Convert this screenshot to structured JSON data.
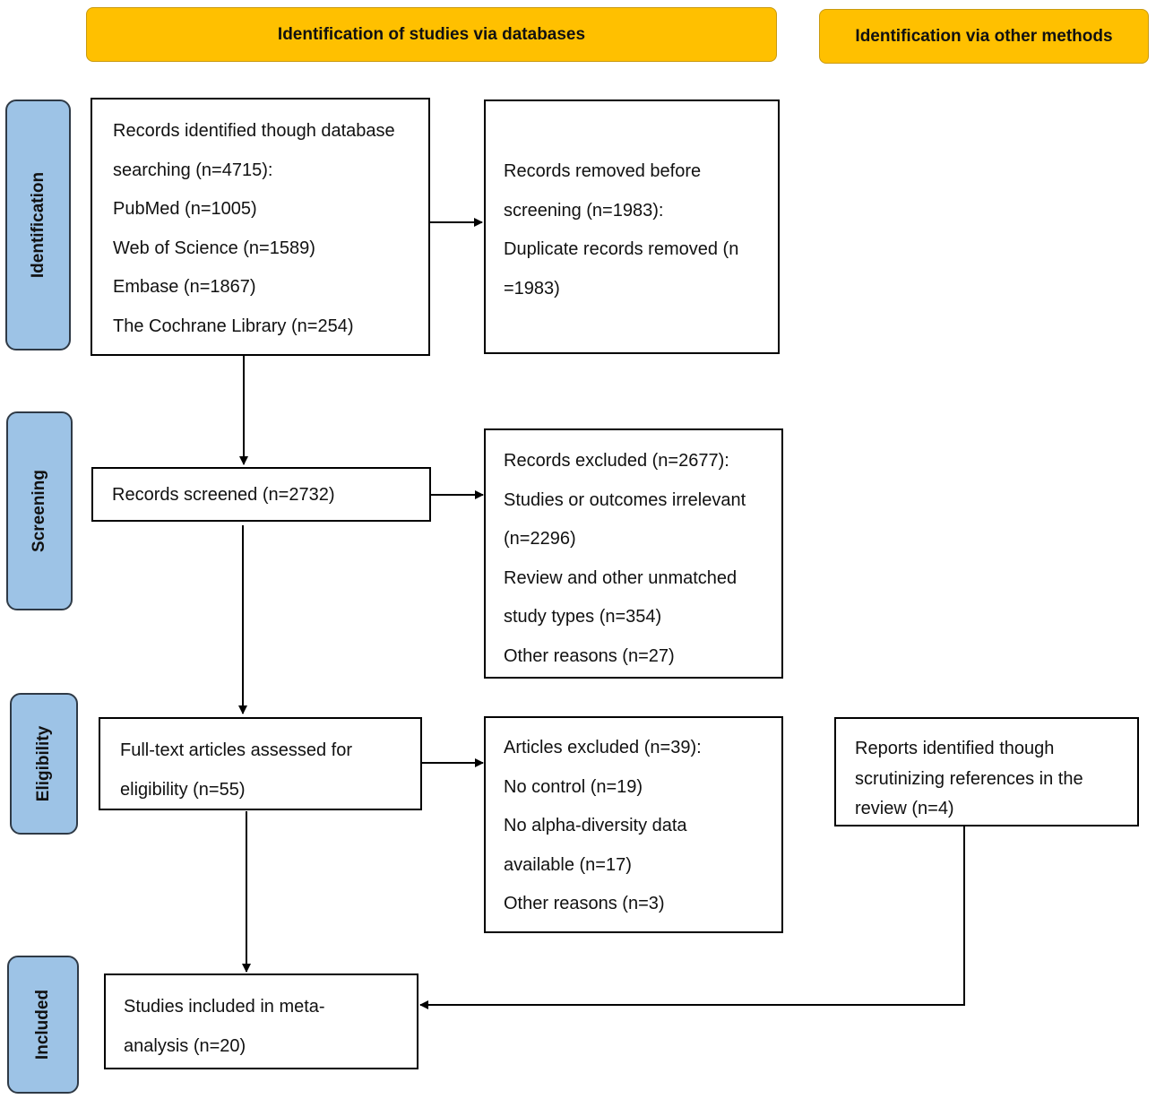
{
  "headers": {
    "databases": "Identification of studies via databases",
    "other_methods": "Identification via other methods"
  },
  "stages": {
    "identification": "Identification",
    "screening": "Screening",
    "eligibility": "Eligibility",
    "included": "Included"
  },
  "boxes": {
    "records_identified": [
      "Records identified though database",
      "searching (n=4715):",
      "PubMed (n=1005)",
      "Web of Science (n=1589)",
      "Embase (n=1867)",
      "The Cochrane Library (n=254)"
    ],
    "records_removed": [
      "Records removed before",
      "screening (n=1983):",
      "Duplicate records removed (n",
      "=1983)"
    ],
    "records_screened": [
      "Records screened (n=2732)"
    ],
    "records_excluded": [
      "Records excluded (n=2677):",
      "Studies or outcomes irrelevant",
      "(n=2296)",
      "Review and other unmatched",
      "study types (n=354)",
      "Other reasons (n=27)"
    ],
    "fulltext_assessed": [
      "Full-text articles assessed for",
      "eligibility (n=55)"
    ],
    "articles_excluded": [
      "Articles excluded (n=39):",
      "No control (n=19)",
      "No alpha-diversity data",
      "available (n=17)",
      "Other reasons (n=3)"
    ],
    "reports_other": [
      "Reports identified though",
      "scrutinizing references in the",
      "review (n=4)"
    ],
    "studies_included": [
      "Studies included in meta-",
      "analysis (n=20)"
    ]
  },
  "colors": {
    "header_fill": "#ffc000",
    "stage_fill": "#9dc3e6",
    "box_border": "#000000"
  }
}
